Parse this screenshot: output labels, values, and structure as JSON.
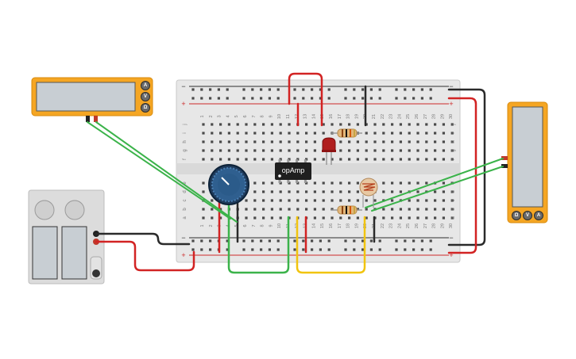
{
  "opamp": {
    "label": "opAmp"
  },
  "multimeter_left": {
    "modes": [
      "A",
      "V",
      "Ω"
    ],
    "display": ""
  },
  "multimeter_right": {
    "modes": [
      "Ω",
      "V",
      "A"
    ],
    "display": ""
  },
  "breadboard": {
    "columns": [
      "1",
      "2",
      "3",
      "4",
      "5",
      "6",
      "7",
      "8",
      "9",
      "10",
      "11",
      "12",
      "13",
      "14",
      "15",
      "16",
      "17",
      "18",
      "19",
      "20",
      "21",
      "22",
      "23",
      "24",
      "25",
      "26",
      "27",
      "28",
      "29",
      "30"
    ],
    "rows_top": [
      "j",
      "i",
      "h",
      "g",
      "f"
    ],
    "rows_bottom": [
      "e",
      "d",
      "c",
      "b",
      "a"
    ],
    "rail_minus": "−",
    "rail_plus": "+"
  },
  "colors": {
    "board": "#e7e7e7",
    "rail_red": "#cc2a2a",
    "rail_black": "#2d2d2d",
    "wire_red": "#d22323",
    "wire_black": "#2a2a2a",
    "wire_green": "#3bb34a",
    "wire_yellow": "#f1c40f",
    "meter_yellow": "#f5a623",
    "power_supply": "#dcdcdc",
    "pot_blue": "#2f5f8f"
  }
}
